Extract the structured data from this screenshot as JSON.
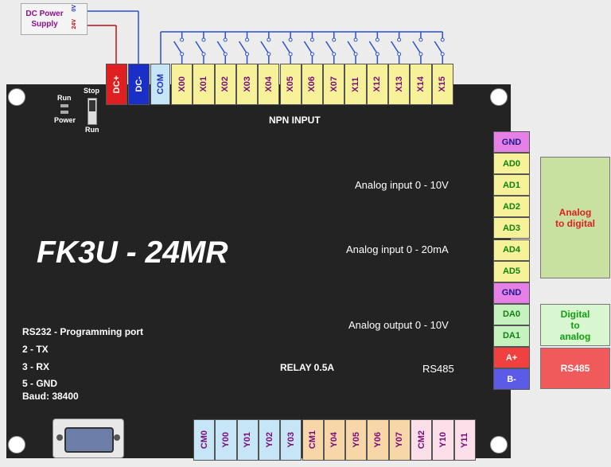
{
  "power_supply": {
    "label": "DC Power Supply",
    "v0": "0V",
    "v24": "24V"
  },
  "top_terminals": {
    "dc_plus": "DC+",
    "dc_minus": "DC-",
    "com": "COM",
    "inputs": [
      "X00",
      "X01",
      "X02",
      "X03",
      "X04",
      "X05",
      "X06",
      "X07",
      "X11",
      "X12",
      "X13",
      "X14",
      "X15"
    ]
  },
  "npn_label": "NPN INPUT",
  "switch": {
    "stop": "Stop",
    "run": "Run"
  },
  "leds": {
    "run": "Run",
    "power": "Power"
  },
  "model": "FK3U - 24MR",
  "right_terminals": [
    "GND",
    "AD0",
    "AD1",
    "AD2",
    "AD3",
    "AD4",
    "AD5",
    "GND",
    "DA0",
    "DA1",
    "A+",
    "B-"
  ],
  "labels": {
    "analog_in_v": "Analog input 0 - 10V",
    "analog_in_ma": "Analog input 0 - 20mA",
    "analog_out": "Analog output 0 - 10V",
    "rs485": "RS485"
  },
  "right_boxes": {
    "adc": "Analog to digital",
    "dac": "Digital to analog",
    "rs485": "RS485"
  },
  "rs232": [
    "RS232 - Programming port",
    "2 - TX",
    "3 - RX",
    "5 - GND",
    "Baud: 38400"
  ],
  "relay_label": "RELAY 0.5A",
  "bottom_terminals": [
    "CM0",
    "Y00",
    "Y01",
    "Y02",
    "Y03",
    "CM1",
    "Y04",
    "Y05",
    "Y06",
    "Y07",
    "CM2",
    "Y10",
    "Y11"
  ],
  "colors": {
    "board": "#232323",
    "dc_plus": "#e02020",
    "dc_minus": "#1a2fc8",
    "input_terminal": "#f7f29a",
    "gnd_terminal": "#e680e6",
    "analog_terminal": "#f7f29a",
    "da_terminal": "#c6f2c0",
    "a_plus": "#f04040",
    "b_minus": "#5b5be8",
    "adc_box": "#c8e0a0",
    "dac_box": "#d8f7d0",
    "rs485_box": "#f05a5a",
    "wire": "#2a4fd0"
  }
}
